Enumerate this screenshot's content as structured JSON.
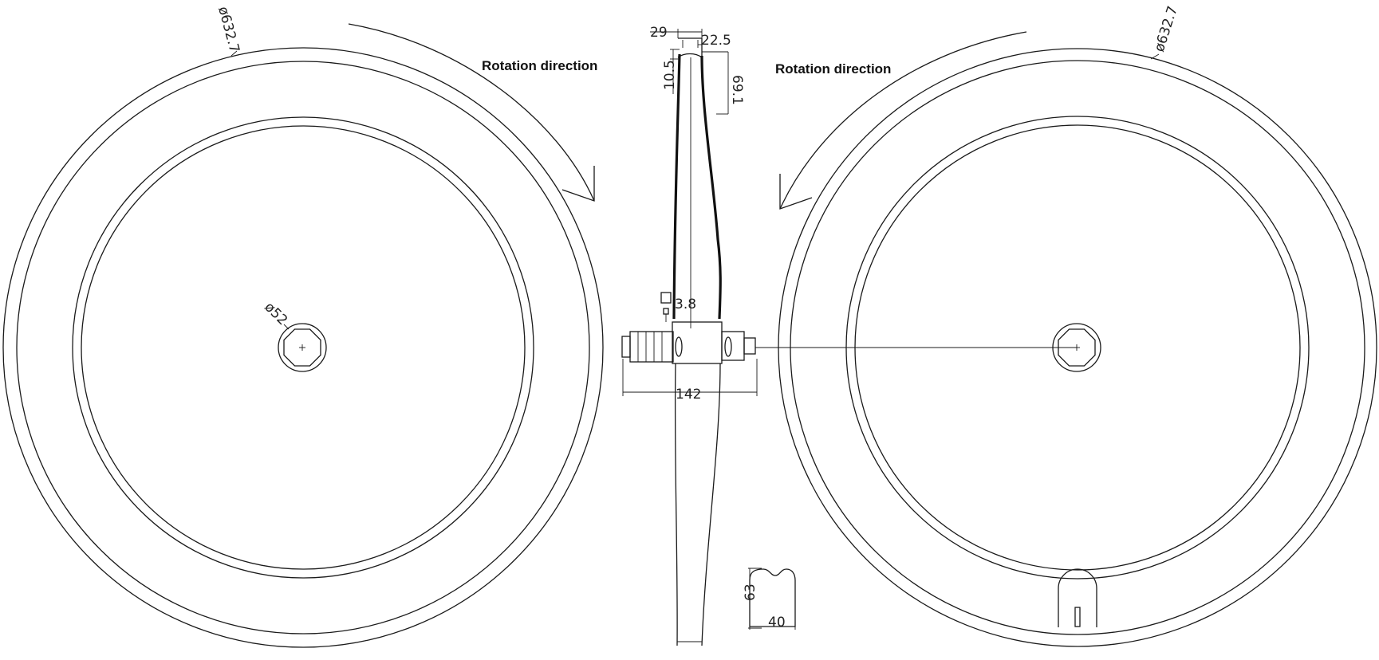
{
  "labels": {
    "rotation_left": "Rotation direction",
    "rotation_right": "Rotation direction"
  },
  "dimensions": {
    "left_outer_diameter": "ø632.7",
    "right_outer_diameter": "ø632.7",
    "hub_diameter": "ø52",
    "rim_width_top": "29",
    "rim_inner_width": "22.5",
    "rim_bead_height": "10.5",
    "rim_depth": "69.1",
    "valve_dim": "3.8",
    "axle_width": "142",
    "section_height": "63",
    "section_width": "40"
  }
}
